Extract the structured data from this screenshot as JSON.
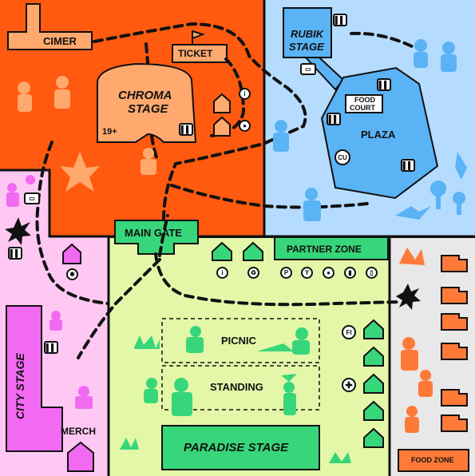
{
  "colors": {
    "orange": "#ff5a10",
    "blue": "#b5dcff",
    "pink": "#ffc8f2",
    "green": "#e4f7a8",
    "grey": "#e8e8e8",
    "light_orange": "#ffa96e",
    "mid_blue": "#5ab3f5",
    "magenta": "#f26af2",
    "bright_green": "#38d67a",
    "dark_orange": "#ff7a38"
  },
  "labels": {
    "cimer": "CIMER",
    "ticket": "TICKET",
    "chroma_stage_line1": "CHROMA",
    "chroma_stage_line2": "STAGE",
    "age_limit": "19+",
    "rubik_stage_line1": "RUBIK",
    "rubik_stage_line2": "STAGE",
    "food_court_line1": "FOOD",
    "food_court_line2": "COURT",
    "plaza": "PLAZA",
    "cu": "CU",
    "main_gate": "MAIN GATE",
    "partner_zone": "PARTNER ZONE",
    "picnic": "PICNIC",
    "standing": "STANDING",
    "paradise_stage": "PARADISE STAGE",
    "city_stage": "CITY STAGE",
    "merch": "MERCH",
    "food_zone": "FOOD ZONE",
    "first_aid": "FI",
    "info": "i"
  },
  "icons": {
    "toilet": "toilet-icon",
    "smoking": "smoking-area-icon",
    "locker": "locker-icon",
    "tent": "tent-icon",
    "recycle": "recycle-icon",
    "parking": "parking-icon",
    "drink": "drink-icon",
    "coffee": "coffee-icon",
    "bottle": "bottle-icon",
    "cup": "cup-icon",
    "first_aid_cross": "first-aid-cross-icon",
    "food_truck": "food-truck-icon"
  }
}
